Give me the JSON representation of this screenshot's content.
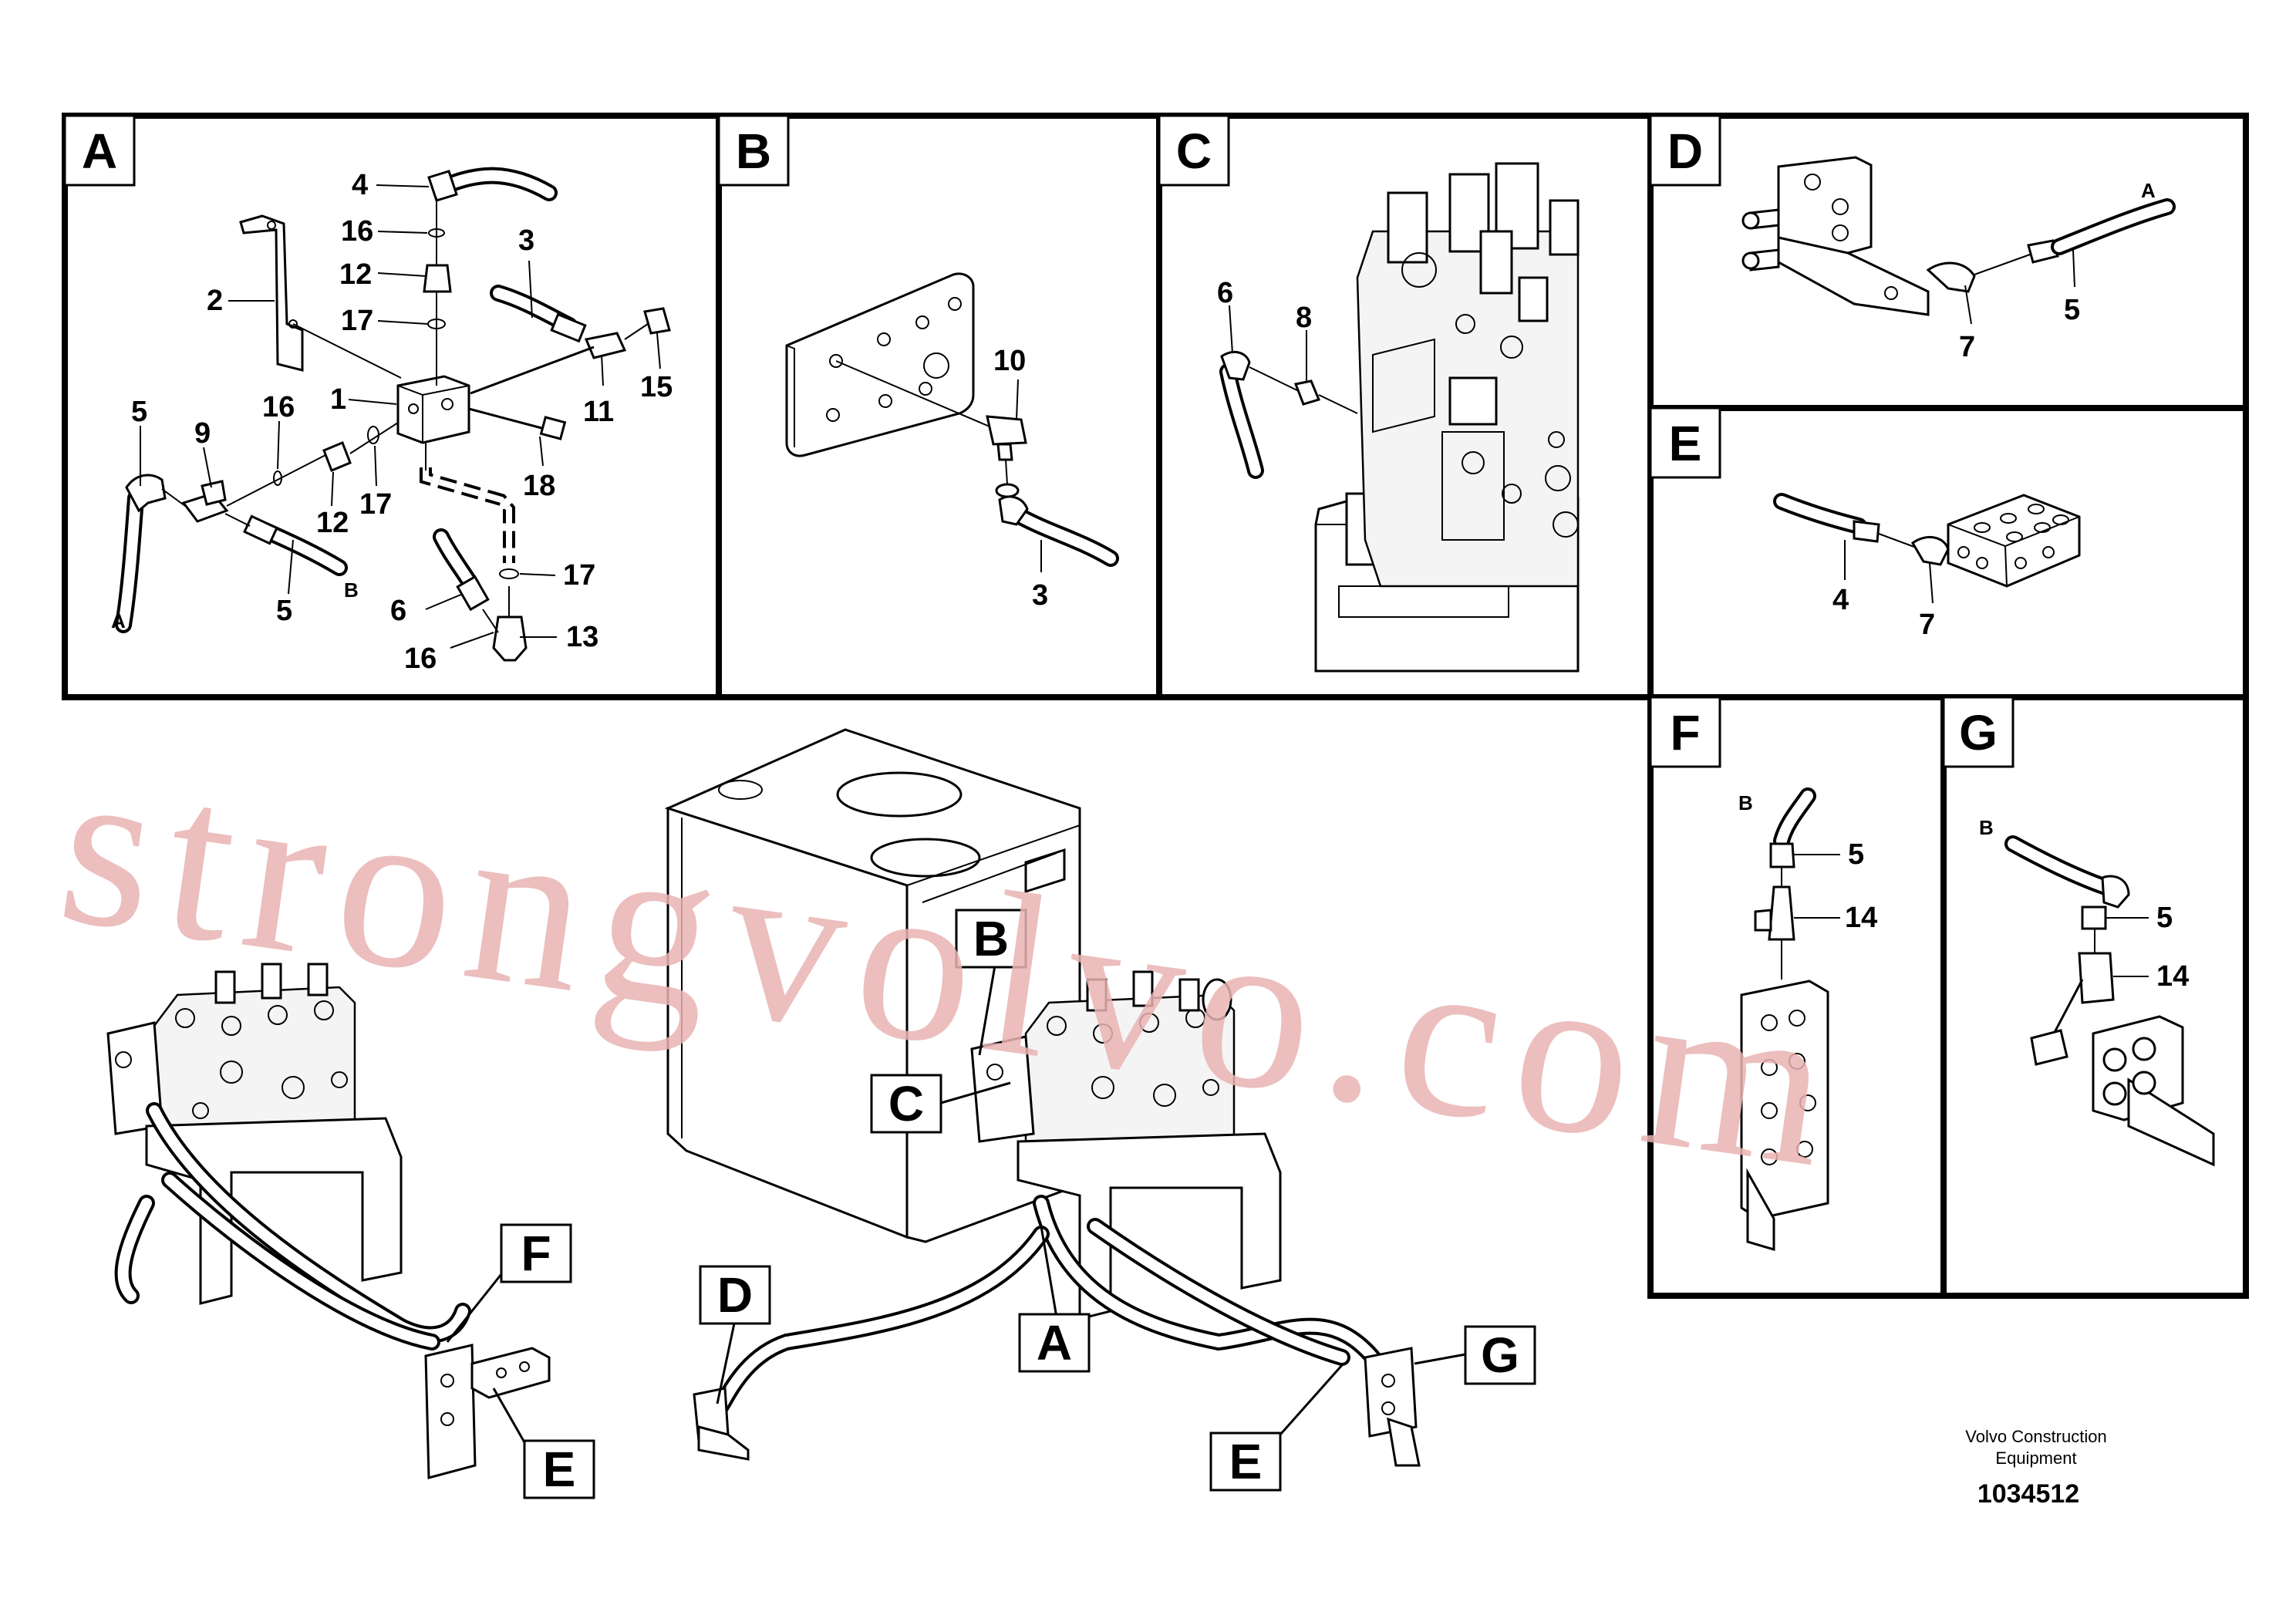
{
  "panels": {
    "A": {
      "letter": "A",
      "callouts": {
        "c1": "1",
        "c2": "2",
        "c3": "3",
        "c4": "4",
        "c5a": "5",
        "c5b": "5",
        "c6": "6",
        "c9": "9",
        "c11": "11",
        "c12a": "12",
        "c12b": "12",
        "c13": "13",
        "c15": "15",
        "c16a": "16",
        "c16b": "16",
        "c16c": "16",
        "c17a": "17",
        "c17b": "17",
        "c17c": "17",
        "c18": "18"
      },
      "ends": {
        "a": "A",
        "b": "B"
      }
    },
    "B": {
      "letter": "B",
      "callouts": {
        "c10": "10",
        "c3": "3"
      }
    },
    "C": {
      "letter": "C",
      "callouts": {
        "c6": "6",
        "c8": "8"
      }
    },
    "D": {
      "letter": "D",
      "callouts": {
        "c7": "7",
        "c5": "5"
      },
      "ends": {
        "a": "A"
      }
    },
    "E": {
      "letter": "E",
      "callouts": {
        "c4": "4",
        "c7": "7"
      }
    },
    "F": {
      "letter": "F",
      "callouts": {
        "c5": "5",
        "c14": "14"
      },
      "ends": {
        "b": "B"
      }
    },
    "G": {
      "letter": "G",
      "callouts": {
        "c5": "5",
        "c14": "14"
      },
      "ends": {
        "b": "B"
      }
    }
  },
  "overview": {
    "refs": {
      "B": "B",
      "C": "C",
      "F": "F",
      "D": "D",
      "A": "A",
      "E1": "E",
      "E2": "E",
      "G": "G"
    }
  },
  "footer": {
    "line1": "Volvo Construction",
    "line2": "Equipment",
    "drawing_no": "1034512"
  },
  "watermark": "strongvolvo.com",
  "colors": {
    "line": "#000000",
    "watermark": "#e9b3b3",
    "background": "#ffffff"
  }
}
